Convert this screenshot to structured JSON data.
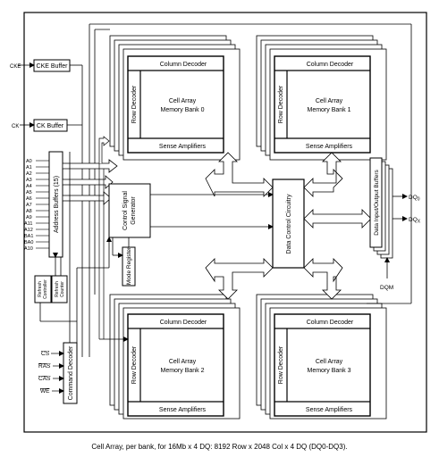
{
  "inputs": {
    "cke": "CKE",
    "ck": "CK",
    "address_pins": [
      "A0",
      "A1",
      "A2",
      "A3",
      "A4",
      "A5",
      "A6",
      "A7",
      "A8",
      "A9",
      "A11",
      "A12",
      "BA1",
      "BA0",
      "A10"
    ],
    "commands": [
      "CS",
      "RAS",
      "CAS",
      "WE"
    ],
    "dqm": "DQM",
    "dq0": "DQ",
    "dq0_sub": "0",
    "dqx": "DQ",
    "dqx_sub": "X"
  },
  "blocks": {
    "cke_buffer": "CKE Buffer",
    "ck_buffer": "CK Buffer",
    "address_buffers": "Address Buffers (15)",
    "control_signal_generator_line1": "Control Signal",
    "control_signal_generator_line2": "Generator",
    "mode_register": "Mode Register",
    "refresh_controller_line1": "Refresh",
    "refresh_controller_line2": "Controller",
    "refresh_counter_line1": "Refresh",
    "refresh_counter_line2": "Counter",
    "command_decoder": "Command Decoder",
    "data_control_circuitry": "Data Control Circuitry",
    "data_io_buffers": "Data Input/Output Buffers"
  },
  "banks": [
    {
      "column_decoder": "Column Decoder",
      "row_decoder": "Row Decoder",
      "cell_array": "Cell Array",
      "memory_bank": "Memory Bank 0",
      "sense_amplifiers": "Sense Amplifiers"
    },
    {
      "column_decoder": "Column Decoder",
      "row_decoder": "Row Decoder",
      "cell_array": "Cell Array",
      "memory_bank": "Memory Bank 1",
      "sense_amplifiers": "Sense Amplifiers"
    },
    {
      "column_decoder": "Column Decoder",
      "row_decoder": "Row Decoder",
      "cell_array": "Cell Array",
      "memory_bank": "Memory Bank 2",
      "sense_amplifiers": "Sense Amplifiers"
    },
    {
      "column_decoder": "Column Decoder",
      "row_decoder": "Row Decoder",
      "cell_array": "Cell Array",
      "memory_bank": "Memory Bank 3",
      "sense_amplifiers": "Sense Amplifiers"
    }
  ],
  "caption": "Cell Array, per bank, for 16Mb x 4 DQ: 8192 Row x 2048 Col x 4 DQ (DQ0-DQ3)."
}
